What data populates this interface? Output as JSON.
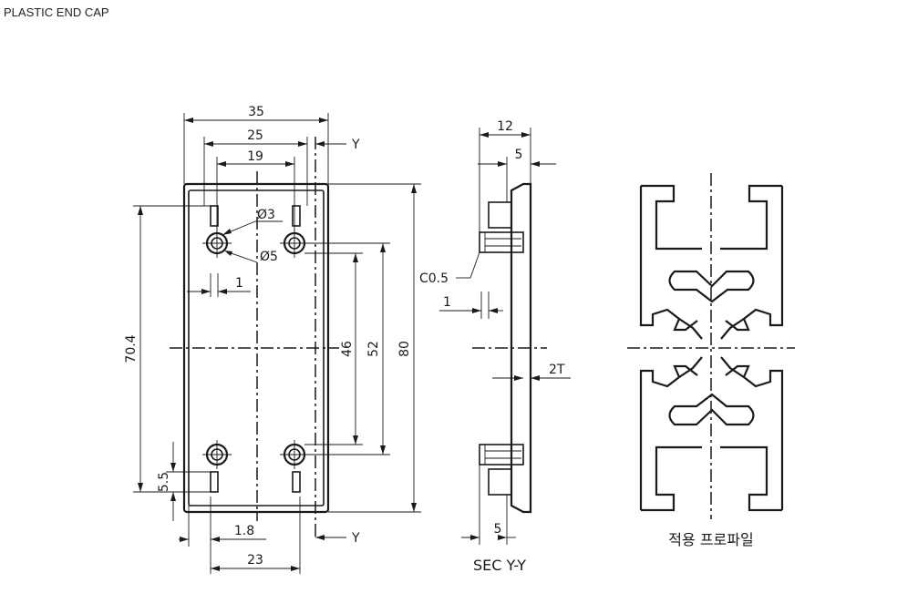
{
  "title": "PLASTIC END CAP",
  "front_view": {
    "dims": {
      "width_overall": "35",
      "width_25": "25",
      "width_19": "19",
      "height_overall": "80",
      "height_70_4": "70.4",
      "height_52": "52",
      "height_46": "46",
      "offset_5_5": "5.5",
      "offset_1": "1",
      "offset_1_8": "1.8",
      "width_23": "23"
    },
    "hole_small": "Ø3",
    "hole_large": "Ø5",
    "section_mark_top": "Y",
    "section_mark_bottom": "Y"
  },
  "section_view": {
    "dims": {
      "depth_12": "12",
      "depth_5_top": "5",
      "depth_5_bottom": "5",
      "chamfer": "C0.5",
      "gap_1": "1",
      "thickness": "2T"
    },
    "label": "SEC Y-Y"
  },
  "profile_view": {
    "label": "적용 프로파일"
  }
}
